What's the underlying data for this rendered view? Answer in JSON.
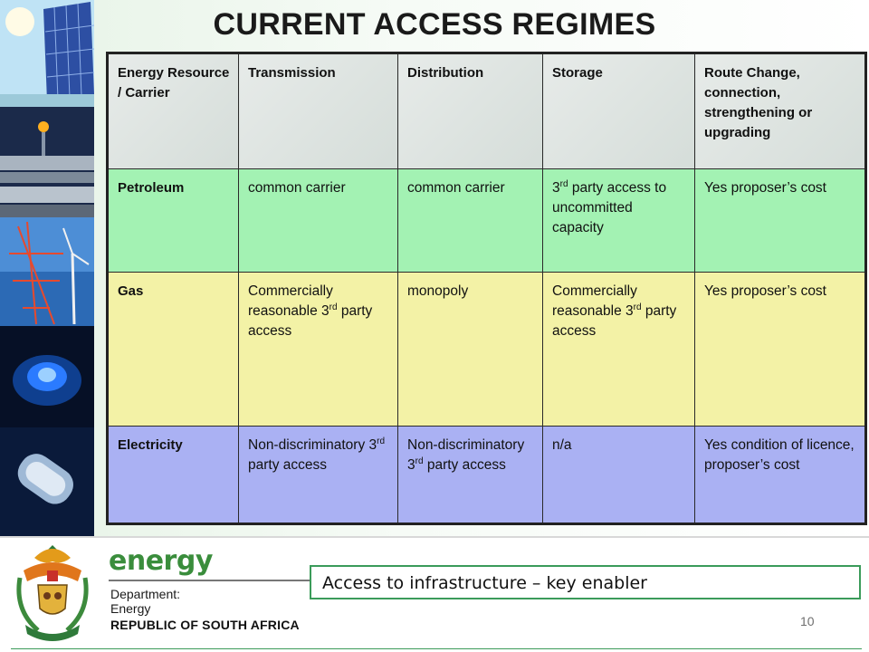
{
  "slide": {
    "title": "CURRENT ACCESS REGIMES",
    "page_number": "10"
  },
  "table": {
    "headers": {
      "resource": "Energy Resource / Carrier",
      "transmission": "Transmission",
      "distribution": "Distribution",
      "storage": "Storage",
      "route": "Route Change, connection, strengthening or upgrading"
    },
    "petroleum": {
      "name": "Petroleum",
      "transmission": "common carrier",
      "distribution": "common carrier",
      "storage_pre": "3",
      "storage_sup": "rd",
      "storage_post": " party access to uncommitted capacity",
      "route": "Yes proposer’s cost"
    },
    "gas": {
      "name": "Gas",
      "transmission_pre": "Commercially reasonable 3",
      "transmission_sup": "rd",
      "transmission_post": " party access",
      "distribution": "monopoly",
      "storage_pre": "Commercially reasonable 3",
      "storage_sup": "rd",
      "storage_post": " party access",
      "route": "Yes proposer’s cost"
    },
    "electricity": {
      "name": "Electricity",
      "transmission_pre": "Non-discriminatory 3",
      "transmission_sup": "rd",
      "transmission_post": " party access",
      "distribution_pre": "Non-discriminatory 3",
      "distribution_sup": "rd",
      "distribution_post": " party access",
      "storage": "n/a",
      "route": "Yes condition of licence, proposer’s cost"
    }
  },
  "footer": {
    "brand_word": "energy",
    "brand_line1": "Department:",
    "brand_line2": "Energy",
    "brand_country": "REPUBLIC OF SOUTH AFRICA",
    "callout": "Access to infrastructure – key enabler"
  },
  "colors": {
    "petroleum_row": "#a3f2b3",
    "gas_row": "#f3f2a6",
    "electricity_row": "#aab1f3",
    "brand_green": "#3a8d3c"
  },
  "icons": [
    "solar-panel-icon",
    "oil-refinery-icon",
    "wind-turbine-icon",
    "gas-flame-icon",
    "fuel-rod-icon",
    "coat-of-arms-icon"
  ]
}
